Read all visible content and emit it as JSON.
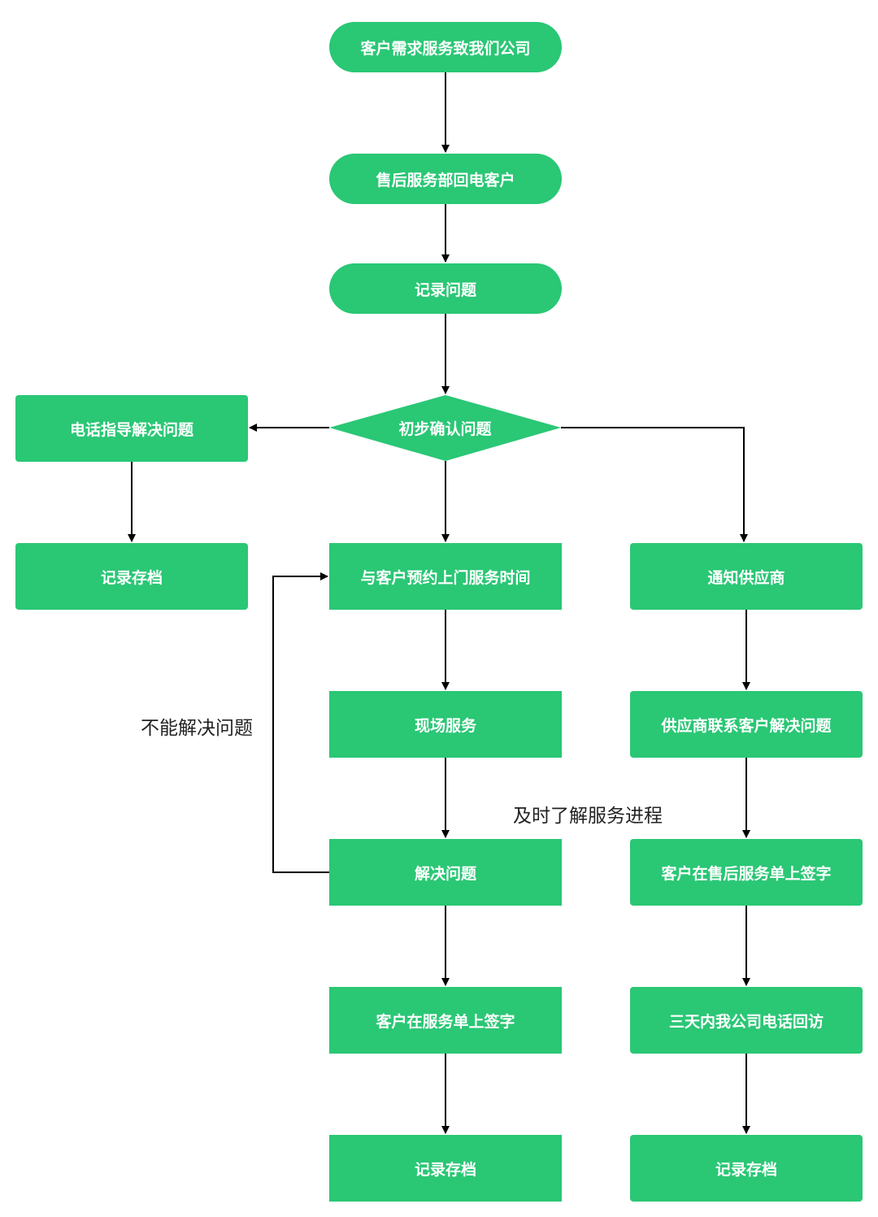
{
  "colors": {
    "node_fill": "#2ac775",
    "node_text": "#ffffff",
    "edge": "#000000",
    "note_text": "#222222"
  },
  "nodes": {
    "start": "客户需求服务致我们公司",
    "callback": "售后服务部回电客户",
    "record_issue": "记录问题",
    "confirm": "初步确认问题",
    "phone_guide": "电话指导解决问题",
    "archive_left": "记录存档",
    "appointment": "与客户预约上门服务时间",
    "notify_supplier": "通知供应商",
    "onsite": "现场服务",
    "supplier_contact": "供应商联系客户解决问题",
    "resolve": "解决问题",
    "sign_right": "客户在售后服务单上签字",
    "sign_center": "客户在服务单上签字",
    "revisit": "三天内我公司电话回访",
    "archive_center": "记录存档",
    "archive_right": "记录存档"
  },
  "notes": {
    "cannot_resolve": "不能解决问题",
    "progress": "及时了解服务进程"
  }
}
